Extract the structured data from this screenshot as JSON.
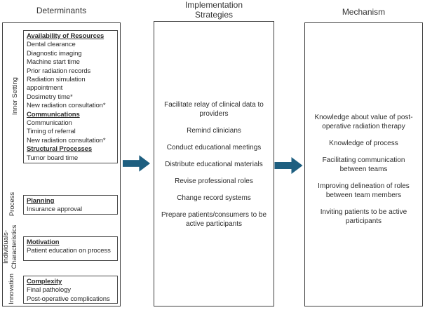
{
  "colors": {
    "arrow": "#1e5f80",
    "border": "#3f3f3f",
    "text": "#2b2b2b"
  },
  "determinants": {
    "title": "Determinants",
    "groups": [
      {
        "label": "Inner Setting",
        "sections": [
          {
            "heading": "Availability of Resources",
            "items": [
              "Dental clearance",
              "Diagnostic imaging",
              "Machine start time",
              "Prior radiation records",
              "Radiation simulation appointment",
              "Dosimetry time*",
              "New radiation consultation*"
            ]
          },
          {
            "heading": "Communications",
            "items": [
              "Communication",
              "Timing of referral",
              "New radiation consultation*"
            ]
          },
          {
            "heading": "Structural Processes",
            "items": [
              "Tumor board time"
            ]
          }
        ]
      },
      {
        "label": "Process",
        "sections": [
          {
            "heading": "Planning",
            "items": [
              "Insurance approval"
            ]
          }
        ]
      },
      {
        "label": "Individuals-Characteristics",
        "sections": [
          {
            "heading": "Motivation",
            "items": [
              "Patient education on process"
            ]
          }
        ]
      },
      {
        "label": "Innovation",
        "sections": [
          {
            "heading": "Complexity",
            "items": [
              "Final pathology",
              "Post-operative complications"
            ]
          }
        ]
      }
    ]
  },
  "strategies": {
    "title": "Implementation Strategies",
    "items": [
      "Facilitate relay of clinical data to providers",
      "Remind clinicians",
      "Conduct educational meetings",
      "Distribute educational materials",
      "Revise professional roles",
      "Change record systems",
      "Prepare patients/consumers to be active participants"
    ]
  },
  "mechanism": {
    "title": "Mechanism",
    "items": [
      "Knowledge about value of post-operative radiation therapy",
      "Knowledge of process",
      "Facilitating communication between teams",
      "Improving delineation of roles between team members",
      "Inviting patients to be active participants"
    ]
  }
}
